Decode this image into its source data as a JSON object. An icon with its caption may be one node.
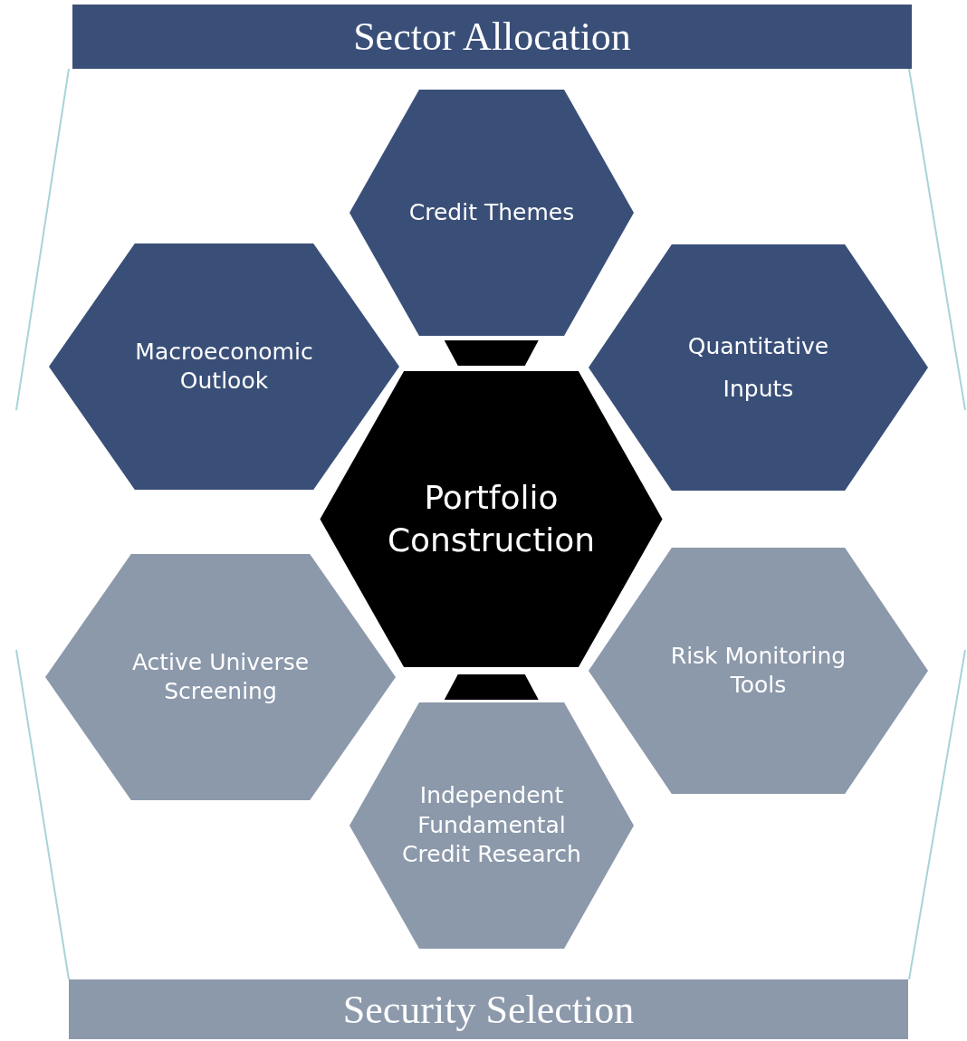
{
  "diagram": {
    "nodes": [
      {
        "text": [
          "Sector Allocation"
        ]
      },
      {
        "text": [
          "Credit Themes"
        ]
      },
      {
        "text": [
          "Macroeconomic Outlook"
        ]
      },
      {
        "text": [
          "Quantitative Inputs"
        ]
      },
      {
        "text": [
          "Portfolio Construction"
        ]
      },
      {
        "text": [
          "Active Universe Screening"
        ]
      },
      {
        "text": [
          "Risk Monitoring Tools"
        ]
      },
      {
        "text": [
          "Independent Fundamental Credit Research"
        ]
      },
      {
        "text": [
          "Security Selection"
        ]
      }
    ],
    "edges": [
      {
        "from": 1,
        "to": 4,
        "arrow": "none",
        "style": "thick"
      },
      {
        "from": 4,
        "to": 7,
        "arrow": "none",
        "style": "thick"
      }
    ]
  }
}
